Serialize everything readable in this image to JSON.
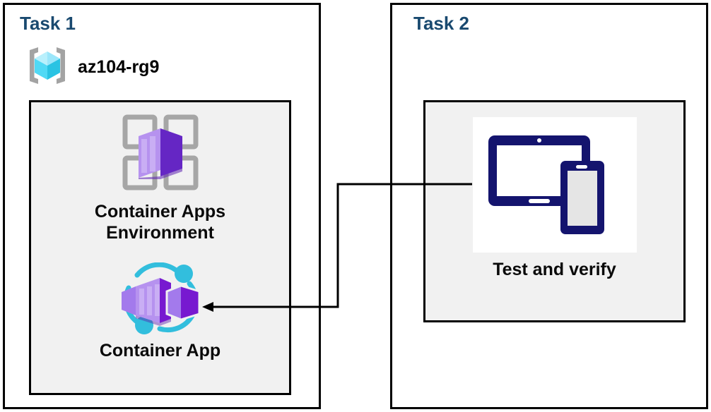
{
  "diagram": {
    "title_color": "#19496F",
    "panel_border_color": "#000000",
    "inner_box_fill": "#F1F1F1",
    "connector_color": "#000000"
  },
  "task1": {
    "title": "Task 1",
    "resource_group": {
      "icon": "resource-group-icon",
      "label": "az104-rg9"
    },
    "items": [
      {
        "icon": "container-apps-environment-icon",
        "label": "Container Apps\nEnvironment"
      },
      {
        "icon": "container-app-icon",
        "label": "Container App"
      }
    ]
  },
  "task2": {
    "title": "Task 2",
    "items": [
      {
        "icon": "test-and-verify-devices-icon",
        "label": "Test and verify"
      }
    ]
  },
  "connector": {
    "from": "test-and-verify",
    "to": "container-app",
    "arrow_direction": "left"
  },
  "colors": {
    "azure_blue_dark": "#19496F",
    "cube_cyan_light": "#9CEBFF",
    "cube_cyan": "#32C5E8",
    "bracket_gray": "#A3A3A3",
    "container_purple_light": "#B77DEE",
    "container_purple": "#8661D9",
    "container_purple_dark": "#7719D0",
    "ring_teal": "#32BEDD",
    "device_navy": "#14146E",
    "device_screen_gray": "#E5E5E5"
  }
}
